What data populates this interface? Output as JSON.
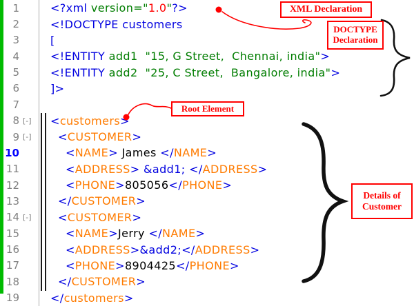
{
  "colors": {
    "blue": "#0000e0",
    "orange": "#ff7b00",
    "green": "#007d00",
    "red": "#ff0000",
    "black": "#000000",
    "gutter_gray": "#7f7f7f",
    "active_line_blue": "#0000ff",
    "accent_bar_green": "#00bb00",
    "annotation_red": "#ff0000",
    "brace_black": "#111111"
  },
  "editor": {
    "fold_marker": "[-]",
    "active_line": 10,
    "lines": [
      {
        "n": 1,
        "fold": false,
        "segs": [
          [
            "<?xml ",
            "blue"
          ],
          [
            "version=\"",
            "green"
          ],
          [
            "1.0",
            "red"
          ],
          [
            "\"",
            "green"
          ],
          [
            "?>",
            "blue"
          ]
        ]
      },
      {
        "n": 2,
        "fold": false,
        "segs": [
          [
            "<!DOCTYPE customers",
            "blue"
          ]
        ]
      },
      {
        "n": 3,
        "fold": false,
        "segs": [
          [
            "[",
            "blue"
          ]
        ]
      },
      {
        "n": 4,
        "fold": false,
        "segs": [
          [
            "<!ENTITY",
            "blue"
          ],
          [
            " add1  \"15, G Street,  Chennai, india\"",
            "green"
          ],
          [
            ">",
            "blue"
          ]
        ]
      },
      {
        "n": 5,
        "fold": false,
        "segs": [
          [
            "<!ENTITY",
            "blue"
          ],
          [
            " add2  \"25, C Street,  Bangalore, india\"",
            "green"
          ],
          [
            ">",
            "blue"
          ]
        ]
      },
      {
        "n": 6,
        "fold": false,
        "segs": [
          [
            "]>",
            "blue"
          ]
        ]
      },
      {
        "n": 7,
        "fold": false,
        "segs": []
      },
      {
        "n": 8,
        "fold": true,
        "segs": [
          [
            "<",
            "blue"
          ],
          [
            "customers",
            "orange"
          ],
          [
            ">",
            "blue"
          ]
        ]
      },
      {
        "n": 9,
        "fold": true,
        "segs": [
          [
            "  ",
            "black"
          ],
          [
            "<",
            "blue"
          ],
          [
            "CUSTOMER",
            "orange"
          ],
          [
            ">",
            "blue"
          ]
        ]
      },
      {
        "n": 10,
        "fold": false,
        "segs": [
          [
            "    ",
            "black"
          ],
          [
            "<",
            "blue"
          ],
          [
            "NAME",
            "orange"
          ],
          [
            ">",
            "blue"
          ],
          [
            " James ",
            "black"
          ],
          [
            "</",
            "blue"
          ],
          [
            "NAME",
            "orange"
          ],
          [
            ">",
            "blue"
          ]
        ]
      },
      {
        "n": 11,
        "fold": false,
        "segs": [
          [
            "    ",
            "black"
          ],
          [
            "<",
            "blue"
          ],
          [
            "ADDRESS",
            "orange"
          ],
          [
            ">",
            "blue"
          ],
          [
            " &add1; ",
            "blue"
          ],
          [
            "</",
            "blue"
          ],
          [
            "ADDRESS",
            "orange"
          ],
          [
            ">",
            "blue"
          ]
        ]
      },
      {
        "n": 12,
        "fold": false,
        "segs": [
          [
            "    ",
            "black"
          ],
          [
            "<",
            "blue"
          ],
          [
            "PHONE",
            "orange"
          ],
          [
            ">",
            "blue"
          ],
          [
            "805056",
            "black"
          ],
          [
            "</",
            "blue"
          ],
          [
            "PHONE",
            "orange"
          ],
          [
            ">",
            "blue"
          ]
        ]
      },
      {
        "n": 13,
        "fold": false,
        "segs": [
          [
            "  ",
            "black"
          ],
          [
            "</",
            "blue"
          ],
          [
            "CUSTOMER",
            "orange"
          ],
          [
            ">",
            "blue"
          ]
        ]
      },
      {
        "n": 14,
        "fold": true,
        "segs": [
          [
            "  ",
            "black"
          ],
          [
            "<",
            "blue"
          ],
          [
            "CUSTOMER",
            "orange"
          ],
          [
            ">",
            "blue"
          ]
        ]
      },
      {
        "n": 15,
        "fold": false,
        "segs": [
          [
            "    ",
            "black"
          ],
          [
            "<",
            "blue"
          ],
          [
            "NAME",
            "orange"
          ],
          [
            ">",
            "blue"
          ],
          [
            "Jerry ",
            "black"
          ],
          [
            "</",
            "blue"
          ],
          [
            "NAME",
            "orange"
          ],
          [
            ">",
            "blue"
          ]
        ]
      },
      {
        "n": 16,
        "fold": false,
        "segs": [
          [
            "    ",
            "black"
          ],
          [
            "<",
            "blue"
          ],
          [
            "ADDRESS",
            "orange"
          ],
          [
            ">",
            "blue"
          ],
          [
            "&add2;",
            "blue"
          ],
          [
            "</",
            "blue"
          ],
          [
            "ADDRESS",
            "orange"
          ],
          [
            ">",
            "blue"
          ]
        ]
      },
      {
        "n": 17,
        "fold": false,
        "segs": [
          [
            "    ",
            "black"
          ],
          [
            "<",
            "blue"
          ],
          [
            "PHONE",
            "orange"
          ],
          [
            ">",
            "blue"
          ],
          [
            "8904425",
            "black"
          ],
          [
            "</",
            "blue"
          ],
          [
            "PHONE",
            "orange"
          ],
          [
            ">",
            "blue"
          ]
        ]
      },
      {
        "n": 18,
        "fold": false,
        "segs": [
          [
            "  ",
            "black"
          ],
          [
            "</",
            "blue"
          ],
          [
            "CUSTOMER",
            "orange"
          ],
          [
            ">",
            "blue"
          ]
        ]
      },
      {
        "n": 19,
        "fold": false,
        "segs": [
          [
            "</",
            "blue"
          ],
          [
            "customers",
            "orange"
          ],
          [
            ">",
            "blue"
          ]
        ]
      }
    ]
  },
  "annotations": {
    "xml_declaration": "XML Declaration",
    "doctype_declaration": "DOCTYPE Declaration",
    "root_element": "Root Element",
    "customer_details": "Details of Customer"
  }
}
